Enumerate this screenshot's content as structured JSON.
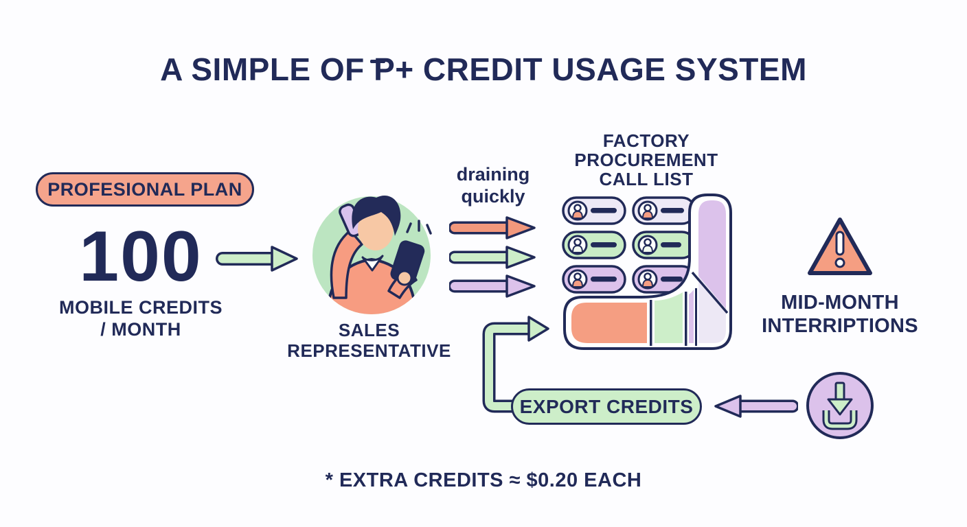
{
  "title": {
    "pre": "A SIMPLE OF ",
    "struck_letter": "P",
    "post": "+ CREDIT USAGE SYSTEM"
  },
  "plan": {
    "badge_label": "PROFESIONAL PLAN",
    "credits_amount": "100",
    "credits_line1": "MOBILE CREDITS",
    "credits_line2": "/ MONTH"
  },
  "sales_rep": {
    "label_line1": "SALES",
    "label_line2": "REPRESENTATIVE"
  },
  "drain_note": {
    "line1": "draining",
    "line2": "quickly"
  },
  "call_list": {
    "heading_line1": "FACTORY",
    "heading_line2": "PROCUREMENT",
    "heading_line3": "CALL LIST"
  },
  "warning": {
    "label_line1": "MID-MONTH",
    "label_line2": "INTERRIPTIONS"
  },
  "export": {
    "badge_label": "EXPORT CREDITS"
  },
  "footnote": "* EXTRA CREDITS ≈ $0.20 EACH",
  "icons": {
    "flow_arrow": "right-arrow-icon",
    "drain_arrow_salmon": "right-arrow-icon",
    "drain_arrow_green": "right-arrow-icon",
    "drain_arrow_purple": "right-arrow-icon",
    "warning_triangle": "warning-triangle-icon",
    "download_circle": "download-tray-icon",
    "export_elbow_arrow": "elbow-right-arrow-icon",
    "export_left_arrow": "left-arrow-icon",
    "sales_rep_illustration": "person-on-phone-illustration",
    "contact_avatar": "person-avatar-icon"
  },
  "colors": {
    "navy": "#212A58",
    "salmon": "#F59E82",
    "green": "#CDEEC9",
    "purple": "#DCC2EB",
    "lavender": "#EDE9F6",
    "skin": "#F7C8A5",
    "person_circle_green": "#BCE5C1",
    "background": "#FDFDFF"
  }
}
